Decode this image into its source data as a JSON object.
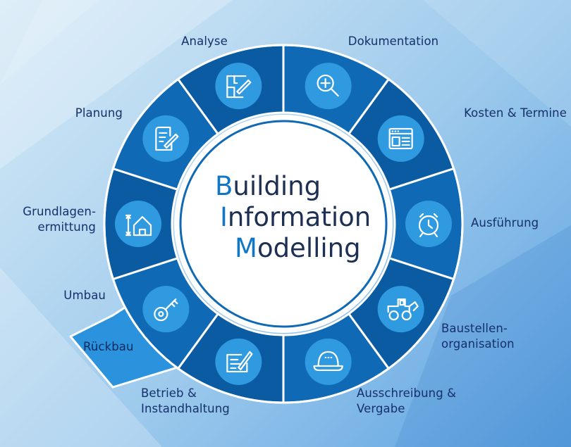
{
  "title": {
    "lines": [
      {
        "cap": "B",
        "rest": "uilding"
      },
      {
        "cap": "I",
        "rest": "nformation"
      },
      {
        "cap": "M",
        "rest": "odelling"
      }
    ]
  },
  "phases": [
    {
      "label": "Analyse",
      "icon": "magnify-plus-icon"
    },
    {
      "label": "Dokumentation",
      "icon": "browser-window-icon"
    },
    {
      "label": "Kosten & Termine",
      "icon": "alarm-clock-icon"
    },
    {
      "label": "Ausführung",
      "icon": "wheel-loader-icon"
    },
    {
      "label": "Baustellen-\norganisation",
      "icon": "hard-hat-icon"
    },
    {
      "label": "Ausschreibung &\nVergabe",
      "icon": "contract-pen-icon"
    },
    {
      "label": "Betrieb &\nInstandhaltung",
      "icon": "key-icon"
    },
    {
      "label": "Umbau",
      "icon": "house-resize-icon"
    },
    {
      "label": "Grundlagen-\nermittung",
      "icon": "document-pen-icon"
    },
    {
      "label": "Planung",
      "icon": "floorplan-pen-icon"
    }
  ],
  "extra": {
    "label": "Rückbau"
  },
  "colors": {
    "segment_a": "#0f69b4",
    "segment_b": "#0b5ba3",
    "icon_disc": "#2f9ae0",
    "hub": "#ffffff",
    "accent": "#1177c4",
    "text": "#15306a"
  }
}
